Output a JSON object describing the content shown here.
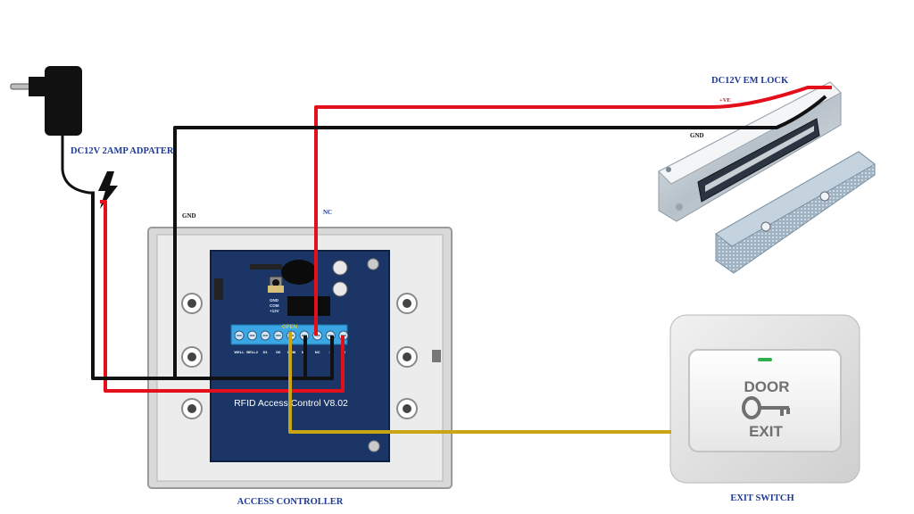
{
  "labels": {
    "adapter": "DC12V 2AMP ADPATER",
    "lock": "DC12V EM LOCK",
    "controller": "ACCESS CONTROLLER",
    "exit_switch": "EXIT SWITCH",
    "gnd_left": "GND",
    "nc": "NC",
    "gnd_lock": "GND",
    "ve": "+VE"
  },
  "board": {
    "title": "RFID Access Control V8.02",
    "open_label": "OPEN",
    "terminal_labels": [
      "WELL",
      "BELL2",
      "D1",
      "D0",
      "COM",
      "NO",
      "NC",
      "-V",
      "+V"
    ],
    "mini_labels": [
      "GND",
      "COM",
      "+12V"
    ]
  },
  "exit_button": {
    "line1": "DOOR",
    "line2": "EXIT"
  },
  "colors": {
    "positive_wire": "#e3101c",
    "ground_wire": "#111111",
    "signal_wire": "#c9a514",
    "label_blue": "#1f3a93",
    "board_blue": "#1a3566"
  },
  "icons": [
    "plug-adapter-icon",
    "lightning-bolt-icon",
    "key-icon"
  ]
}
